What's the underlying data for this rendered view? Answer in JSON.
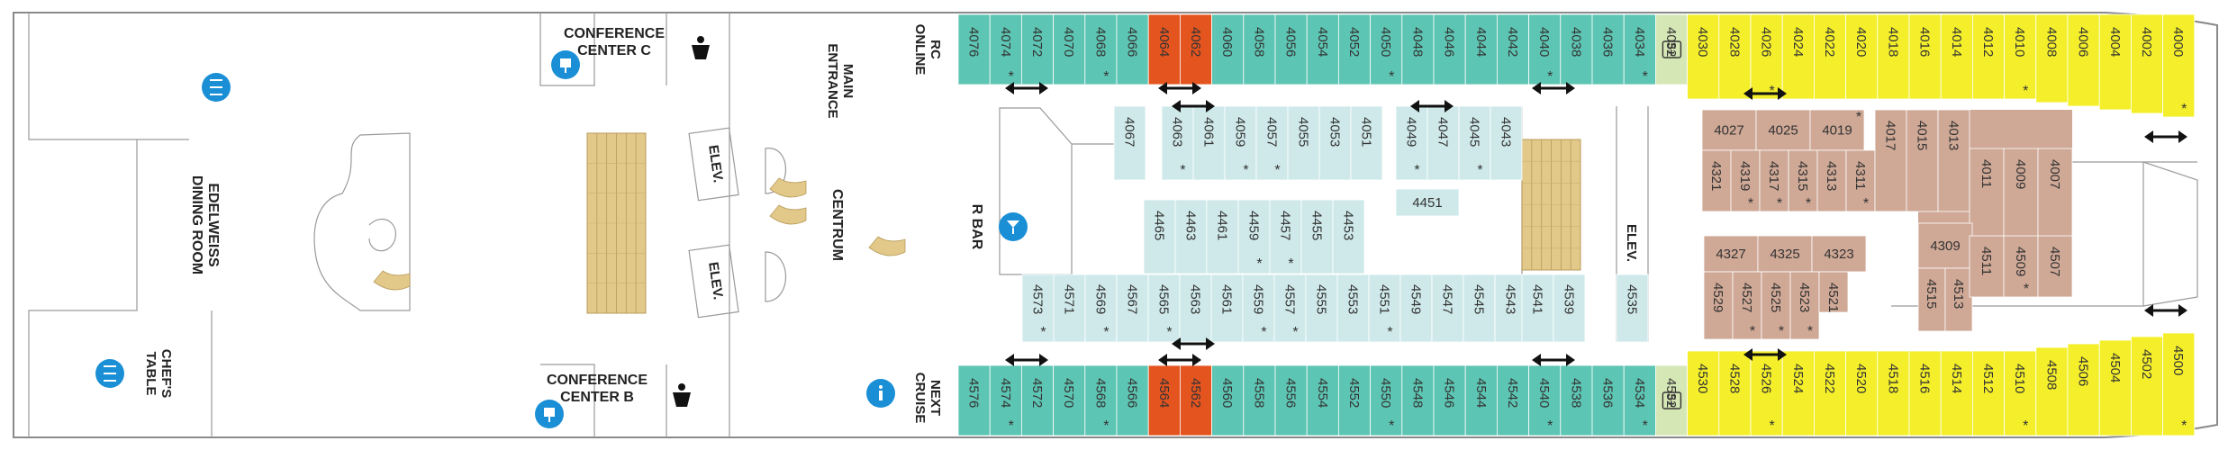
{
  "labels": {
    "dining_room": [
      "EDELWEISS",
      "DINING ROOM"
    ],
    "chefs_table": [
      "CHEF'S",
      "TABLE"
    ],
    "conference_c": [
      "CONFERENCE",
      "CENTER C"
    ],
    "conference_b": [
      "CONFERENCE",
      "CENTER B"
    ],
    "main_entrance": [
      "MAIN",
      "ENTRANCE"
    ],
    "centrum": "CENTRUM",
    "rc_online": [
      "RC",
      "ONLINE"
    ],
    "next_cruise": [
      "NEXT",
      "CRUISE"
    ],
    "r_bar": "R BAR",
    "elevators": [
      "ELEV.",
      "ELEV.",
      "ELEV."
    ],
    "family_badge": "5+"
  },
  "colors": {
    "outline": "#8a8a8a",
    "balcony": "#5dc5b3",
    "suite": "#e4541f",
    "interior": "#cfe9ea",
    "oceanview_inner": "#cfa896",
    "oceanview_forward": "#f4ef2a",
    "family": "#d6e7b6",
    "stairs": "#e2c98a",
    "icon_blue": "#1a8fd6"
  },
  "icons": {
    "dining": "dining-icon",
    "conference": "presentation-icon",
    "restroom": "restroom-icon",
    "bar": "cocktail-icon",
    "info": "info-icon",
    "connecting": "connecting-arrow-icon",
    "accessible": "accessible-star"
  },
  "cabins": {
    "top_row": [
      {
        "n": "4076",
        "t": "balcony"
      },
      {
        "n": "4074",
        "t": "balcony",
        "s": true
      },
      {
        "n": "4072",
        "t": "balcony"
      },
      {
        "n": "4070",
        "t": "balcony"
      },
      {
        "n": "4068",
        "t": "balcony",
        "s": true
      },
      {
        "n": "4066",
        "t": "balcony"
      },
      {
        "n": "4064",
        "t": "suite"
      },
      {
        "n": "4062",
        "t": "suite"
      },
      {
        "n": "4060",
        "t": "balcony"
      },
      {
        "n": "4058",
        "t": "balcony"
      },
      {
        "n": "4056",
        "t": "balcony"
      },
      {
        "n": "4054",
        "t": "balcony"
      },
      {
        "n": "4052",
        "t": "balcony"
      },
      {
        "n": "4050",
        "t": "balcony",
        "s": true
      },
      {
        "n": "4048",
        "t": "balcony"
      },
      {
        "n": "4046",
        "t": "balcony"
      },
      {
        "n": "4044",
        "t": "balcony"
      },
      {
        "n": "4042",
        "t": "balcony"
      },
      {
        "n": "4040",
        "t": "balcony",
        "s": true
      },
      {
        "n": "4038",
        "t": "balcony"
      },
      {
        "n": "4036",
        "t": "balcony"
      },
      {
        "n": "4034",
        "t": "balcony",
        "s": true
      },
      {
        "n": "4032",
        "t": "family"
      },
      {
        "n": "4030",
        "t": "ocean"
      },
      {
        "n": "4028",
        "t": "ocean"
      },
      {
        "n": "4026",
        "t": "ocean",
        "s": true
      },
      {
        "n": "4024",
        "t": "ocean"
      },
      {
        "n": "4022",
        "t": "ocean"
      },
      {
        "n": "4020",
        "t": "ocean"
      },
      {
        "n": "4018",
        "t": "ocean"
      },
      {
        "n": "4016",
        "t": "ocean"
      },
      {
        "n": "4014",
        "t": "ocean"
      },
      {
        "n": "4012",
        "t": "ocean"
      },
      {
        "n": "4010",
        "t": "ocean",
        "s": true
      },
      {
        "n": "4008",
        "t": "ocean"
      },
      {
        "n": "4006",
        "t": "ocean"
      },
      {
        "n": "4004",
        "t": "ocean"
      },
      {
        "n": "4002",
        "t": "ocean"
      },
      {
        "n": "4000",
        "t": "ocean",
        "s": true
      }
    ],
    "bottom_row": [
      {
        "n": "4576",
        "t": "balcony"
      },
      {
        "n": "4574",
        "t": "balcony",
        "s": true
      },
      {
        "n": "4572",
        "t": "balcony"
      },
      {
        "n": "4570",
        "t": "balcony"
      },
      {
        "n": "4568",
        "t": "balcony",
        "s": true
      },
      {
        "n": "4566",
        "t": "balcony"
      },
      {
        "n": "4564",
        "t": "suite"
      },
      {
        "n": "4562",
        "t": "suite"
      },
      {
        "n": "4560",
        "t": "balcony"
      },
      {
        "n": "4558",
        "t": "balcony"
      },
      {
        "n": "4556",
        "t": "balcony"
      },
      {
        "n": "4554",
        "t": "balcony"
      },
      {
        "n": "4552",
        "t": "balcony"
      },
      {
        "n": "4550",
        "t": "balcony",
        "s": true
      },
      {
        "n": "4548",
        "t": "balcony"
      },
      {
        "n": "4546",
        "t": "balcony"
      },
      {
        "n": "4544",
        "t": "balcony"
      },
      {
        "n": "4542",
        "t": "balcony"
      },
      {
        "n": "4540",
        "t": "balcony",
        "s": true
      },
      {
        "n": "4538",
        "t": "balcony"
      },
      {
        "n": "4536",
        "t": "balcony"
      },
      {
        "n": "4534",
        "t": "balcony",
        "s": true
      },
      {
        "n": "4532",
        "t": "family"
      },
      {
        "n": "4530",
        "t": "ocean"
      },
      {
        "n": "4528",
        "t": "ocean"
      },
      {
        "n": "4526",
        "t": "ocean",
        "s": true
      },
      {
        "n": "4524",
        "t": "ocean"
      },
      {
        "n": "4522",
        "t": "ocean"
      },
      {
        "n": "4520",
        "t": "ocean"
      },
      {
        "n": "4518",
        "t": "ocean"
      },
      {
        "n": "4516",
        "t": "ocean"
      },
      {
        "n": "4514",
        "t": "ocean"
      },
      {
        "n": "4512",
        "t": "ocean"
      },
      {
        "n": "4510",
        "t": "ocean",
        "s": true
      },
      {
        "n": "4508",
        "t": "ocean"
      },
      {
        "n": "4506",
        "t": "ocean"
      },
      {
        "n": "4504",
        "t": "ocean"
      },
      {
        "n": "4502",
        "t": "ocean"
      },
      {
        "n": "4500",
        "t": "ocean",
        "s": true
      }
    ],
    "inner_top": [
      {
        "n": "4067"
      },
      {
        "n": "4063",
        "s": true
      },
      {
        "n": "4061"
      },
      {
        "n": "4059",
        "s": true
      },
      {
        "n": "4057",
        "s": true
      },
      {
        "n": "4055"
      },
      {
        "n": "4053"
      },
      {
        "n": "4051"
      },
      {
        "n": "4049",
        "s": true
      },
      {
        "n": "4047"
      },
      {
        "n": "4045",
        "s": true
      },
      {
        "n": "4043"
      }
    ],
    "inner_mid": [
      {
        "n": "4465"
      },
      {
        "n": "4463"
      },
      {
        "n": "4461"
      },
      {
        "n": "4459",
        "s": true
      },
      {
        "n": "4457",
        "s": true
      },
      {
        "n": "4455"
      },
      {
        "n": "4453"
      }
    ],
    "inner_bottom": [
      {
        "n": "4573",
        "s": true
      },
      {
        "n": "4571"
      },
      {
        "n": "4569",
        "s": true
      },
      {
        "n": "4567"
      },
      {
        "n": "4565",
        "s": true
      },
      {
        "n": "4563"
      },
      {
        "n": "4561"
      },
      {
        "n": "4559",
        "s": true
      },
      {
        "n": "4557",
        "s": true
      },
      {
        "n": "4555"
      },
      {
        "n": "4553"
      },
      {
        "n": "4551",
        "s": true
      },
      {
        "n": "4549"
      },
      {
        "n": "4547"
      },
      {
        "n": "4545"
      },
      {
        "n": "4543"
      },
      {
        "n": "4541"
      },
      {
        "n": "4539"
      }
    ],
    "inner_single": [
      {
        "n": "4451"
      },
      {
        "n": "4535"
      }
    ],
    "fwd_top_horizontal": [
      {
        "n": "4027"
      },
      {
        "n": "4025"
      },
      {
        "n": "4019",
        "s": true
      }
    ],
    "fwd_top_vertical": [
      {
        "n": "4321"
      },
      {
        "n": "4319",
        "s": true
      },
      {
        "n": "4317",
        "s": true
      },
      {
        "n": "4315",
        "s": true
      },
      {
        "n": "4313"
      },
      {
        "n": "4311",
        "s": true
      },
      {
        "n": "4017"
      },
      {
        "n": "4015"
      },
      {
        "n": "4013"
      },
      {
        "n": "4011"
      },
      {
        "n": "4009",
        "s": true
      },
      {
        "n": "4007"
      }
    ],
    "fwd_bottom_horizontal": [
      {
        "n": "4327"
      },
      {
        "n": "4325"
      },
      {
        "n": "4323"
      },
      {
        "n": "4309"
      }
    ],
    "fwd_bottom_vertical": [
      {
        "n": "4529"
      },
      {
        "n": "4527",
        "s": true
      },
      {
        "n": "4525",
        "s": true
      },
      {
        "n": "4523",
        "s": true
      },
      {
        "n": "4521"
      },
      {
        "n": "4515"
      },
      {
        "n": "4513"
      },
      {
        "n": "4511"
      },
      {
        "n": "4509",
        "s": true
      },
      {
        "n": "4507"
      }
    ]
  }
}
